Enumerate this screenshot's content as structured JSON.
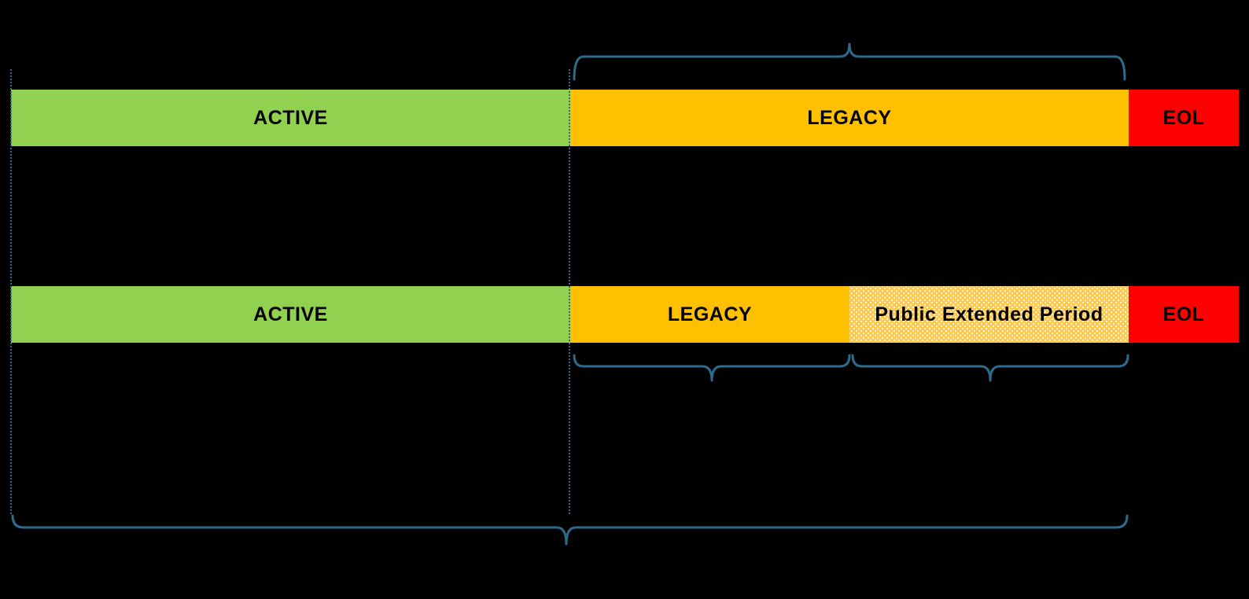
{
  "colors": {
    "background": "#000000",
    "active": "#92D050",
    "legacy": "#FFC000",
    "extended_base": "#FFC94D",
    "eol": "#FF0000",
    "brace": "#2E6B8A",
    "label": "#000000"
  },
  "rows": [
    {
      "name": "top-version-lifecycle",
      "segments": [
        {
          "label": "ACTIVE",
          "type": "active"
        },
        {
          "label": "LEGACY",
          "type": "legacy"
        },
        {
          "label": "EOL",
          "type": "eol"
        }
      ]
    },
    {
      "name": "bottom-version-lifecycle",
      "segments": [
        {
          "label": "ACTIVE",
          "type": "active"
        },
        {
          "label": "LEGACY",
          "type": "legacy"
        },
        {
          "label": "Public Extended Period",
          "type": "extended"
        },
        {
          "label": "EOL",
          "type": "eol"
        }
      ]
    }
  ]
}
